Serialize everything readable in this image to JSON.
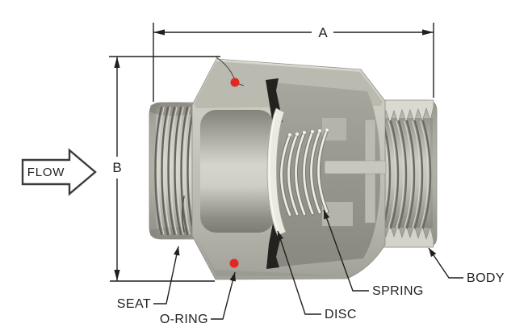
{
  "labels": {
    "flow": "FLOW",
    "dim_a": "A",
    "dim_b": "B",
    "seat": "SEAT",
    "oring": "O-RING",
    "disc": "DISC",
    "spring": "SPRING",
    "body": "BODY"
  },
  "colors": {
    "line": "#231f20",
    "oring_marker": "#e22823",
    "valve_body": "#c6c5bc",
    "valve_interior": "#97968d",
    "disc_spring_highlight": "#ebeae2",
    "background": "#ffffff"
  }
}
